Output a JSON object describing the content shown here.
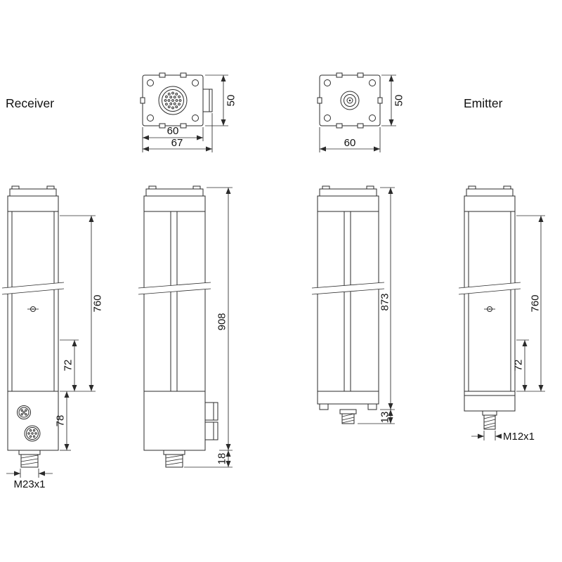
{
  "labels": {
    "receiver": "Receiver",
    "emitter": "Emitter"
  },
  "ink_color": "#2b2b2b",
  "top_view_receiver": {
    "height": "50",
    "body_width": "60",
    "total_width": "67"
  },
  "top_view_emitter": {
    "height": "50",
    "body_width": "60"
  },
  "receiver_front": {
    "beam_span": "760",
    "bottom_pitch": "72",
    "connector_block": "78",
    "connector_thread": "M23x1"
  },
  "receiver_side": {
    "housing_length": "908",
    "connector_length": "18"
  },
  "emitter_side": {
    "housing_length": "873",
    "connector_length": "13"
  },
  "emitter_front": {
    "beam_span": "760",
    "bottom_pitch": "72",
    "connector_thread": "M12x1"
  }
}
